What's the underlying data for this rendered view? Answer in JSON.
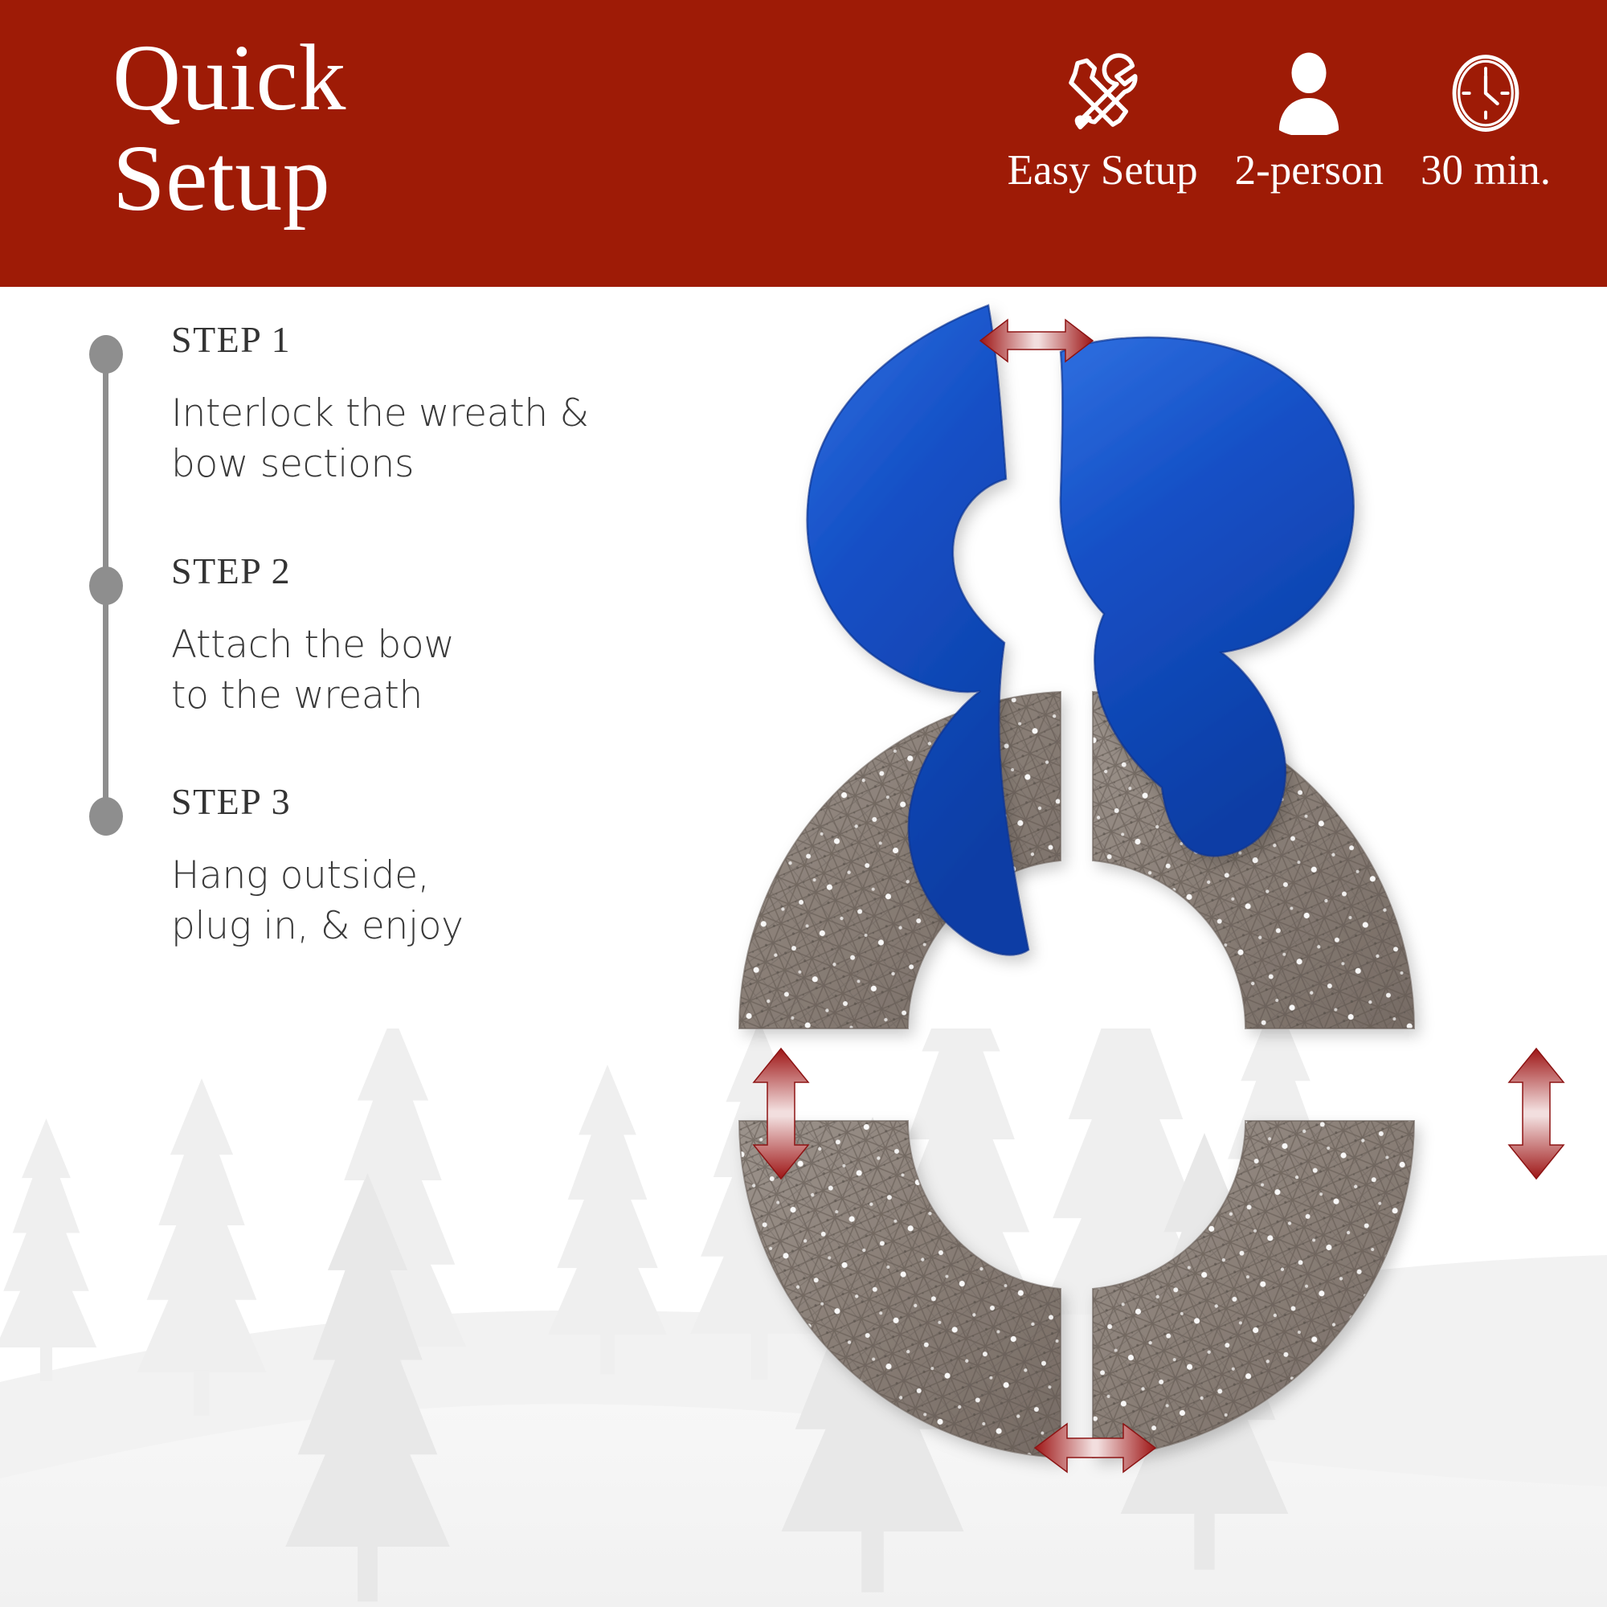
{
  "header": {
    "title": "Quick\nSetup",
    "background_color": "#9e1b06",
    "text_color": "#ffffff",
    "badges": [
      {
        "icon": "tools-icon",
        "label": "Easy Setup"
      },
      {
        "icon": "person-icon",
        "label": "2-person"
      },
      {
        "icon": "clock-icon",
        "label": "30 min."
      }
    ]
  },
  "steps": {
    "accent_color": "#8e8e8e",
    "items": [
      {
        "label": "STEP 1",
        "text": "Interlock the wreath &\nbow sections"
      },
      {
        "label": "STEP 2",
        "text": "Attach the bow\nto the wreath"
      },
      {
        "label": "STEP 3",
        "text": "Hang outside,\nplug in, & enjoy"
      }
    ]
  },
  "product": {
    "name": "lighted-wreath-with-bow",
    "wreath_color": "#8d8179",
    "bow_color": "#1252c8",
    "arrow_color": "#b22222",
    "segments": [
      "wreath-segment-top-left",
      "wreath-segment-top-right",
      "wreath-segment-bottom-left",
      "wreath-segment-bottom-right",
      "bow-left-half",
      "bow-right-half"
    ],
    "arrows": [
      "arrow-bow-horizontal-top",
      "arrow-left-vertical",
      "arrow-right-vertical",
      "arrow-bottom-horizontal"
    ]
  },
  "background": {
    "scene": "winter-pine-forest-silhouette",
    "snow_color": "#f4f4f4",
    "tree_color": "#ededed"
  }
}
